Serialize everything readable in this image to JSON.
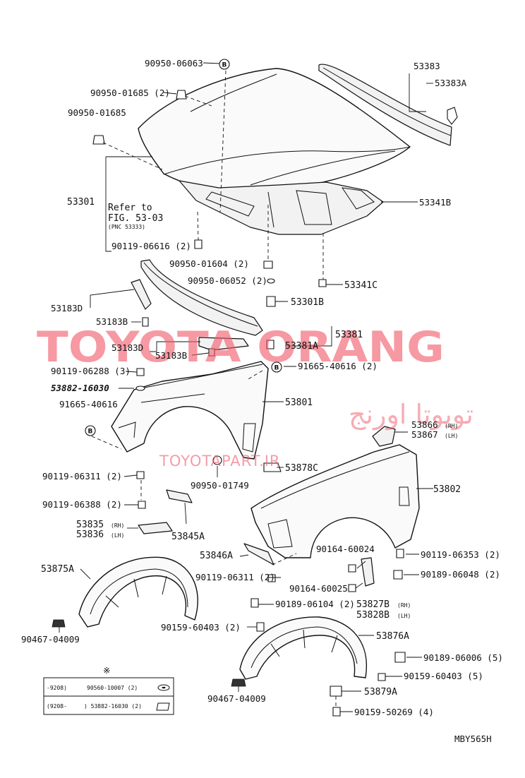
{
  "watermark": {
    "brand": "TOYOTA ORANG",
    "arabic": "تویوتا اورنج",
    "url": "TOYOTAPART.IR"
  },
  "callouts": {
    "c90950_06063": "90950-06063",
    "c90950_01685_2": "90950-01685 (2)",
    "c90950_01685": "90950-01685",
    "c53383": "53383",
    "c53383A": "53383A",
    "c53301": "53301",
    "refer_to": "Refer to",
    "fig": "FIG. 53-03",
    "pnc": "(PNC 53333)",
    "c53341B": "53341B",
    "c90119_06616_2": "90119-06616 (2)",
    "c90950_01604_2": "90950-01604 (2)",
    "c90950_06052_2": "90950-06052 (2)",
    "c53341C": "53341C",
    "c53183D_a": "53183D",
    "c53183B_a": "53183B",
    "c53301B": "53301B",
    "c53381": "53381",
    "c53183D_b": "53183D",
    "c53381A": "53381A",
    "c53183B_b": "53183B",
    "c90119_06288_3": "90119-06288 (3)",
    "c91665_40616_2": "91665-40616 (2)",
    "c53882_handwritten": "53882-16030",
    "c53801": "53801",
    "c91665_40616": "91665-40616",
    "c53866": "53866",
    "c53866_rh": "(RH)",
    "c53867": "53867",
    "c53867_lh": "(LH)",
    "c90950_01749": "90950-01749",
    "c53878C": "53878C",
    "c90119_06311_2_a": "90119-06311 (2)",
    "c53802": "53802",
    "c90119_06388_2": "90119-06388 (2)",
    "c53835": "53835",
    "c53835_rh": "(RH)",
    "c53836": "53836",
    "c53836_lh": "(LH)",
    "c53845A": "53845A",
    "c53846A": "53846A",
    "c90164_60024": "90164-60024",
    "c90119_06353_2": "90119-06353 (2)",
    "c53875A": "53875A",
    "c90119_06311_2_b": "90119-06311 (2)",
    "c90164_60025": "90164-60025",
    "c90189_06048_2": "90189-06048 (2)",
    "c90189_06104_2": "90189-06104 (2)",
    "c53827B": "53827B",
    "c53827B_rh": "(RH)",
    "c53828B": "53828B",
    "c53828B_lh": "(LH)",
    "c90467_04009_a": "90467-04009",
    "c90159_60403_2": "90159-60403 (2)",
    "c53876A": "53876A",
    "c90189_06006_5": "90189-06006 (5)",
    "c90159_60403_5": "90159-60403 (5)",
    "c90467_04009_b": "90467-04009",
    "c53879A": "53879A",
    "c90159_50269_4": "90159-50269 (4)",
    "diagram_code": "MBY565H"
  },
  "marker": "B",
  "legend": {
    "symbol": "※",
    "row1_range": "-9208)",
    "row1_part": "90560-10007 (2)",
    "row2_range": "(9208-",
    "row2_part": ") 53882-16030 (2)"
  }
}
